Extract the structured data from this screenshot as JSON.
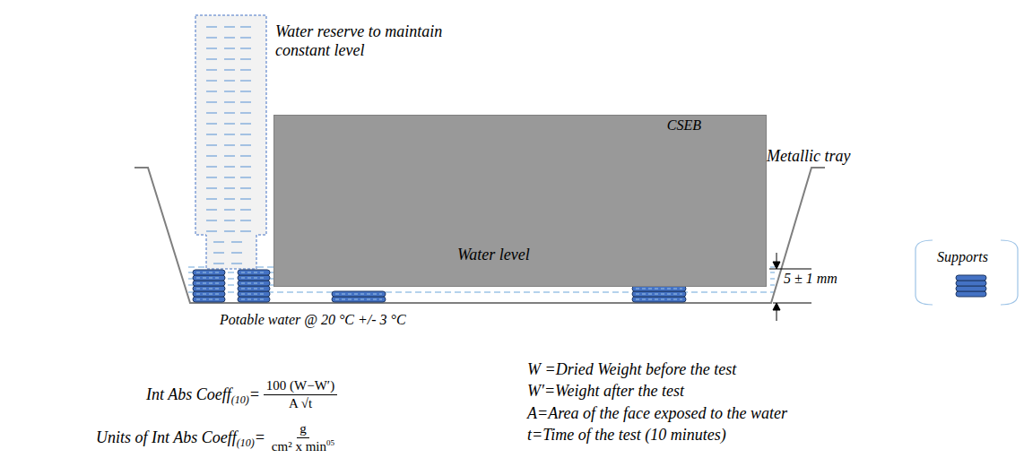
{
  "diagram": {
    "nodes": [
      {
        "text": [
          "Water reserve to maintain constant level"
        ]
      },
      {
        "text": [
          "CSEB"
        ]
      },
      {
        "text": [
          "Supports"
        ]
      }
    ],
    "labels": [
      "Metallic tray",
      "Water level",
      "5 ± 1 mm",
      "Potable water @ 20 °C +/- 3 °C",
      "Int Abs Coeff",
      "(10)",
      "=",
      "100 (W−W′)",
      "A √t",
      "Units of Int Abs Coeff",
      "(10)",
      "=",
      "g",
      "cm² x min",
      "05",
      "W =Dried Weight before the test",
      "W′=Weight after the test",
      "A=Area of the face exposed to the water",
      "t=Time of the test (10 minutes)"
    ]
  }
}
